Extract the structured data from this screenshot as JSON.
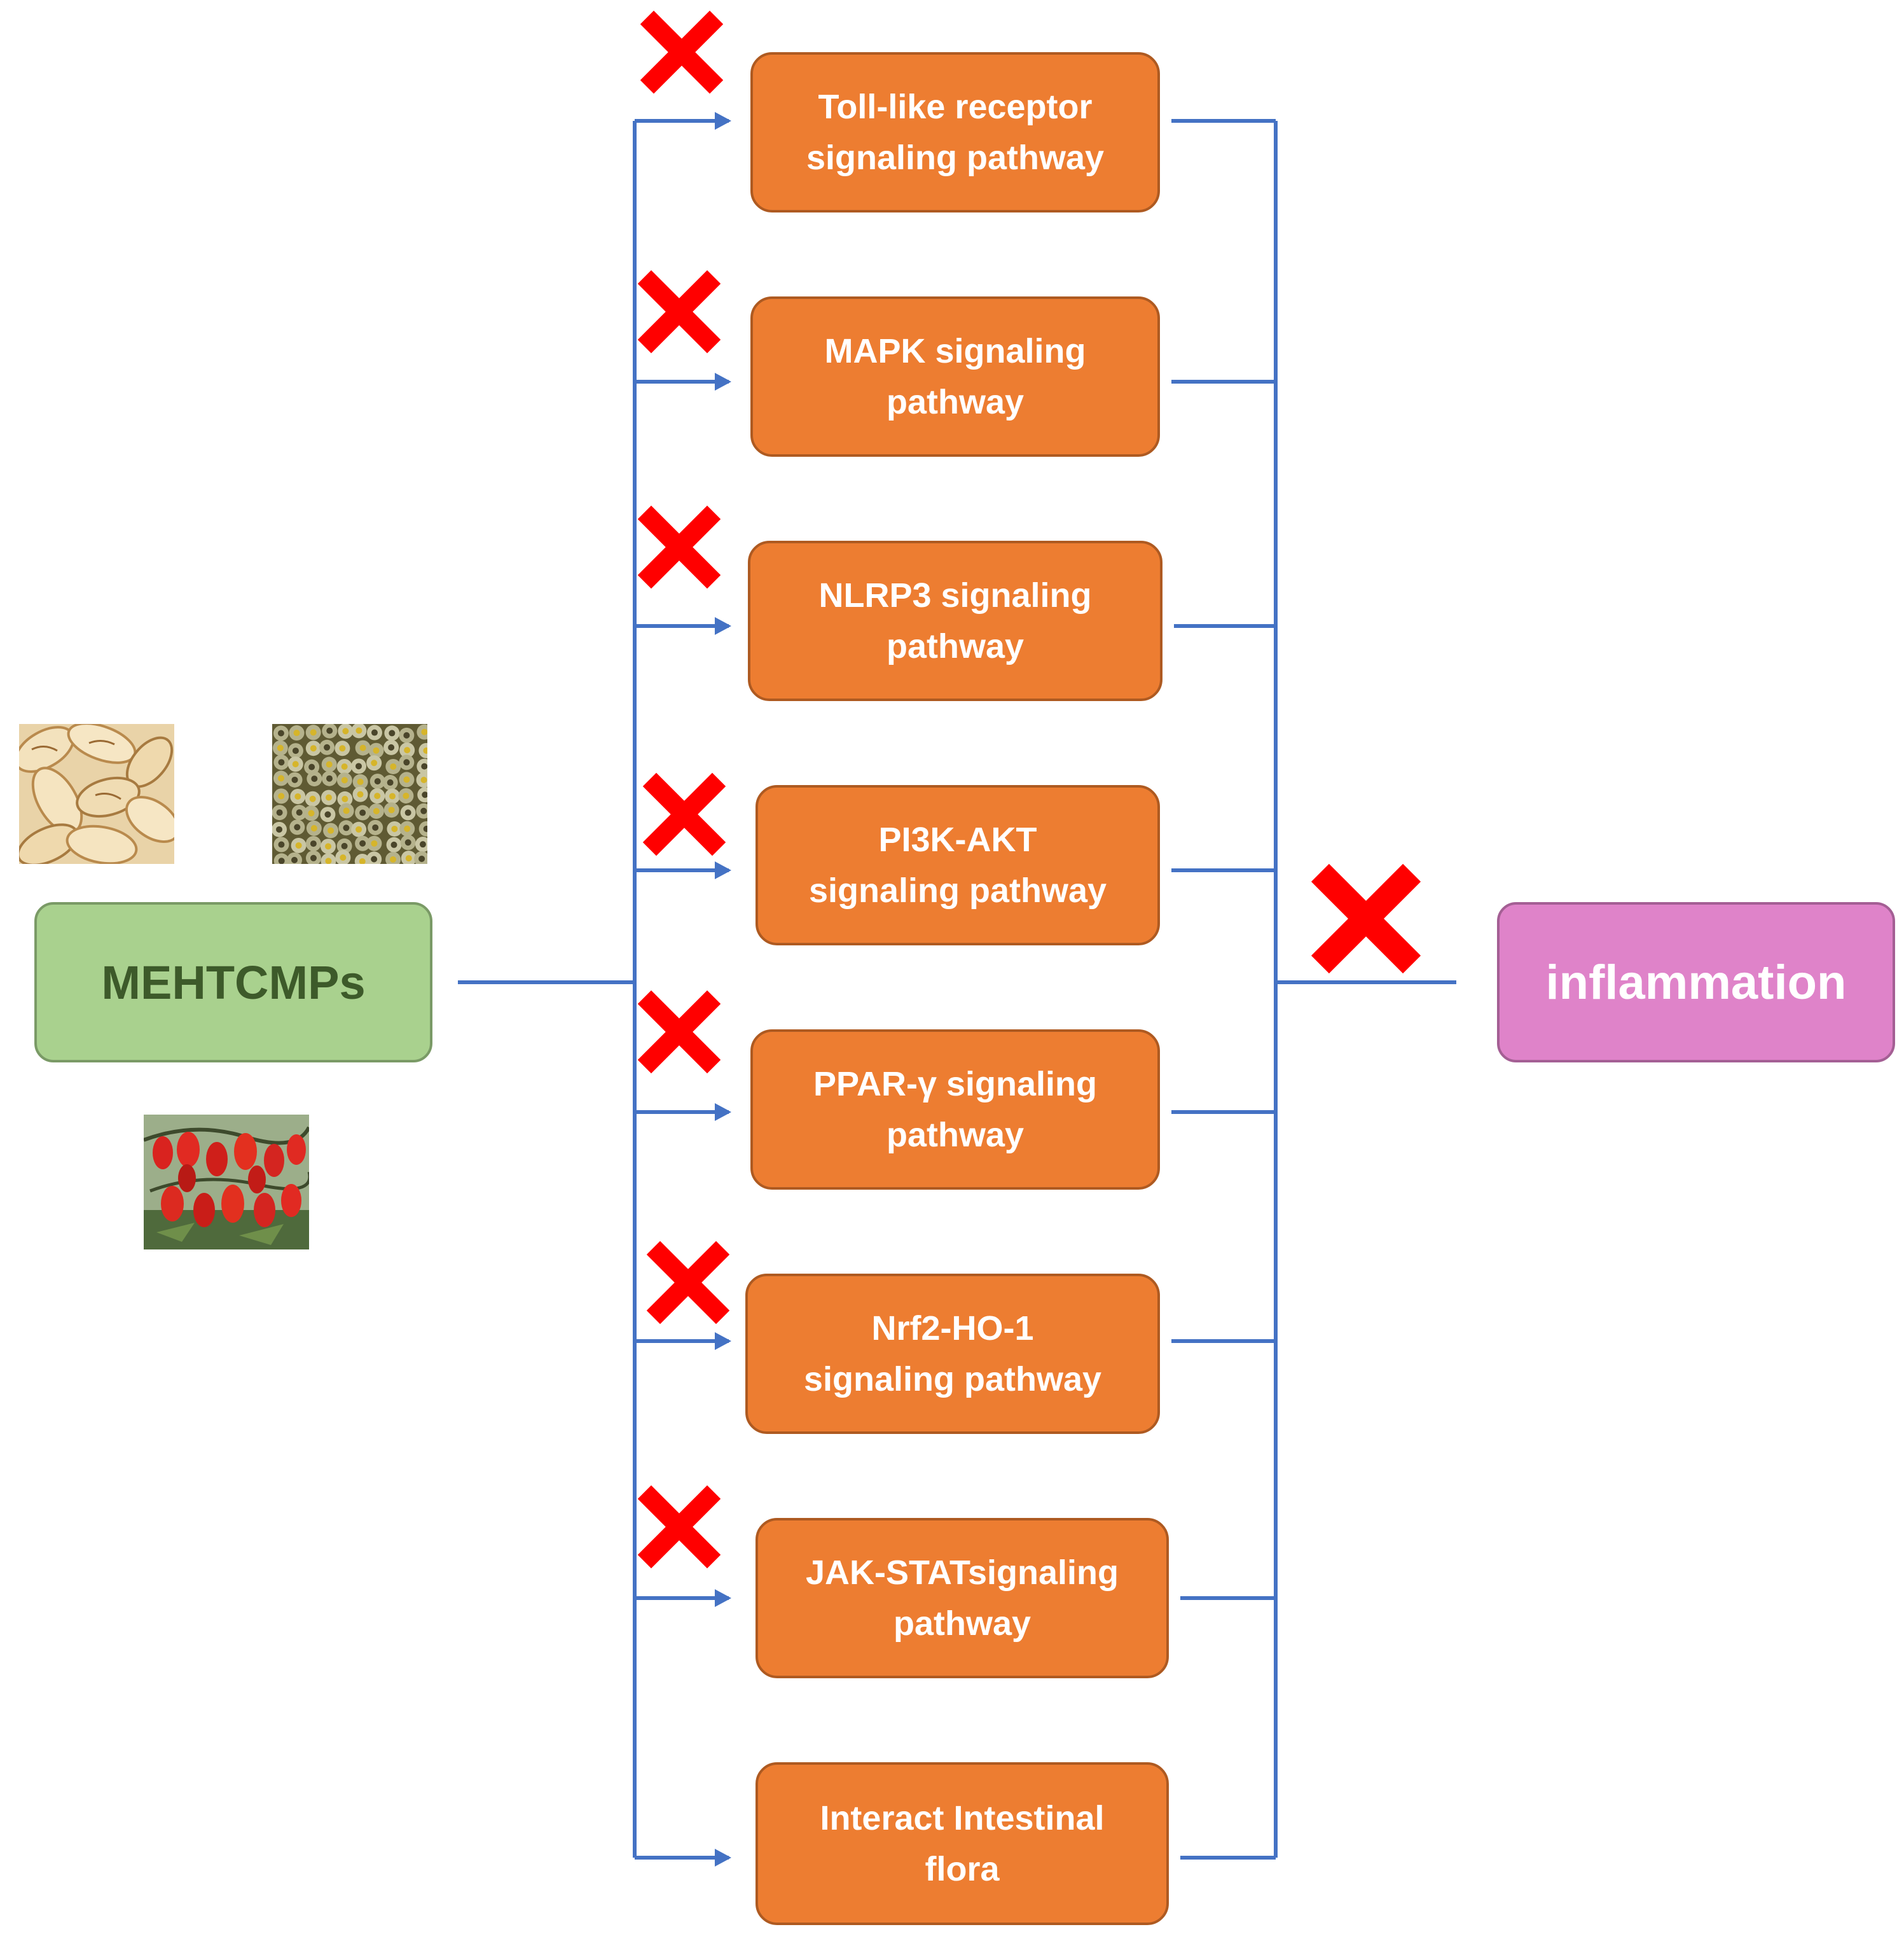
{
  "source": {
    "label": "MEHTCMPs"
  },
  "target": {
    "label": "inflammation"
  },
  "pathways": [
    {
      "lines": [
        "Toll-like receptor",
        "signaling pathway"
      ],
      "inhibited": true
    },
    {
      "lines": [
        "MAPK signaling",
        "pathway"
      ],
      "inhibited": true
    },
    {
      "lines": [
        "NLRP3 signaling",
        "pathway"
      ],
      "inhibited": true
    },
    {
      "lines": [
        "PI3K-AKT",
        "signaling pathway"
      ],
      "inhibited": true
    },
    {
      "lines": [
        "PPAR-γ signaling",
        "pathway"
      ],
      "inhibited": true
    },
    {
      "lines": [
        "Nrf2-HO-1",
        "signaling pathway"
      ],
      "inhibited": true
    },
    {
      "lines": [
        "JAK-STATsignaling",
        "pathway"
      ],
      "inhibited": true
    },
    {
      "lines": [
        "Interact Intestinal",
        "flora"
      ],
      "inhibited": false
    }
  ],
  "output_inhibited": true,
  "icons": [
    "x-mark-icon",
    "herb-slices-image",
    "herb-flowers-image",
    "goji-berries-image"
  ],
  "colors": {
    "connector": "#4472c4",
    "pathway_fill": "#ed7d31",
    "source_fill": "#a9d18e",
    "target_fill": "#df83c9",
    "inhibit_mark": "#ff0000"
  }
}
